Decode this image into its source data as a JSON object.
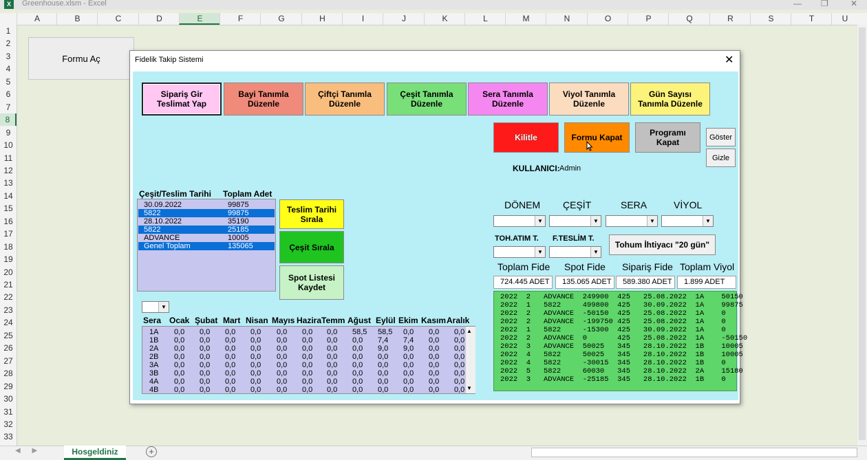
{
  "window": {
    "app_title": "Greenhouse.xlsm - Excel",
    "app_icon": "X",
    "controls": [
      "—",
      "❐",
      "✕"
    ]
  },
  "sheet": {
    "columns": [
      "A",
      "B",
      "C",
      "D",
      "E",
      "F",
      "G",
      "H",
      "I",
      "J",
      "K",
      "L",
      "M",
      "N",
      "O",
      "P",
      "Q",
      "R",
      "S",
      "T",
      "U"
    ],
    "selected_column": "E",
    "rows": [
      "1",
      "2",
      "3",
      "4",
      "5",
      "6",
      "7",
      "8",
      "9",
      "10",
      "11",
      "12",
      "13",
      "14",
      "15",
      "16",
      "17",
      "18",
      "19",
      "20",
      "21",
      "22",
      "23",
      "24",
      "25",
      "26",
      "27",
      "28",
      "29",
      "30",
      "31",
      "32",
      "33"
    ],
    "selected_row": "8",
    "form_ac_label": "Formu Aç",
    "tab_name": "Hosgeldiniz",
    "add_sheet": "+",
    "nav_prev": "◀",
    "nav_next": "▶"
  },
  "form": {
    "title": "Fidelik Takip Sistemi",
    "close": "✕",
    "top_buttons": [
      {
        "label": "Sipariş Gir\nTeslimat Yap",
        "color": "#ffc7f2"
      },
      {
        "label": "Bayi Tanımla\nDüzenle",
        "color": "#f08a7a"
      },
      {
        "label": "Çiftçi Tanımla\nDüzenle",
        "color": "#f9bd7e"
      },
      {
        "label": "Çeşit Tanımla\nDüzenle",
        "color": "#79df79"
      },
      {
        "label": "Sera Tanımla\nDüzenle",
        "color": "#f588f0"
      },
      {
        "label": "Viyol Tanımla\nDüzenle",
        "color": "#fcdcbe"
      },
      {
        "label": "Gün Sayısı\nTanımla Düzenle",
        "color": "#fbf37a"
      }
    ],
    "kilitle": {
      "label": "Kilitle",
      "color": "#ff1a1a"
    },
    "formu_kapat": {
      "label": "Formu Kapat",
      "color": "#ff8a00"
    },
    "programi_kapat": {
      "label": "Programı\nKapat",
      "color": "#c0c0c0"
    },
    "goster": "Göster",
    "gizle": "Gizle",
    "user_label": "KULLANICI:",
    "user_value": "Admin",
    "list_headers": {
      "cesit_teslim": "Çeşit/Teslim Tarihi",
      "toplam_adet": "Toplam Adet"
    },
    "list_items": [
      {
        "name": "30.09.2022",
        "value": "99875",
        "selected": false
      },
      {
        "name": "5822",
        "value": "99875",
        "selected": true
      },
      {
        "name": "28.10.2022",
        "value": "35190",
        "selected": false
      },
      {
        "name": "5822",
        "value": "25185",
        "selected": true
      },
      {
        "name": "ADVANCE",
        "value": "10005",
        "selected": false
      },
      {
        "name": "Genel Toplam",
        "value": "135065",
        "selected": true
      }
    ],
    "sort_date_button": {
      "label": "Teslim Tarihi\nSırala",
      "color": "#ffff1a"
    },
    "sort_variety_button": {
      "label": "Çeşit Sırala",
      "color": "#20c420"
    },
    "spot_list_button": {
      "label": "Spot Listesi\nKaydet",
      "color": "#c6f2c6"
    },
    "filter_labels": {
      "donem": "DÖNEM",
      "cesit": "ÇEŞİT",
      "sera": "SERA",
      "viyol": "VİYOL",
      "tohatim": "TOH.ATIM T.",
      "fteslim": "F.TESLİM T."
    },
    "tohum_button": "Tohum İhtiyacı \"20 gün\"",
    "totals": {
      "labels": {
        "toplam_fide": "Toplam Fide",
        "spot_fide": "Spot Fide",
        "siparis_fide": "Sipariş Fide",
        "toplam_viyol": "Toplam Viyol"
      },
      "values": {
        "toplam_fide": "724.445 ADET",
        "spot_fide": "135.065 ADET",
        "siparis_fide": "589.380 ADET",
        "toplam_viyol": "1.899 ADET"
      }
    },
    "orders": [
      "2022  2   ADVANCE  249900  425   25.08.2022  1A    50150",
      "2022  1   5822     499800  425   30.09.2022  1A    99875",
      "2022  2   ADVANCE  -50150  425   25.08.2022  1A    0",
      "2022  2   ADVANCE  -199750 425   25.08.2022  1A    0",
      "2022  1   5822     -15300  425   30.09.2022  1A    0",
      "2022  2   ADVANCE  0       425   25.08.2022  1A    -50150",
      "2022  3   ADVANCE  50025   345   28.10.2022  1B    10005",
      "2022  4   5822     50025   345   28.10.2022  1B    10005",
      "2022  4   5822     -30015  345   28.10.2022  1B    0",
      "2022  5   5822     60030   345   28.10.2022  2A    15180",
      "2022  3   ADVANCE  -25185  345   28.10.2022  1B    0"
    ],
    "month_headers": [
      "Sera",
      "Ocak",
      "Şubat",
      "Mart",
      "Nisan",
      "Mayıs",
      "Hazira",
      "Temm",
      "Ağust",
      "Eylül",
      "Ekim",
      "Kasım",
      "Aralık"
    ],
    "month_rows": [
      [
        "1A",
        "0,0",
        "0,0",
        "0,0",
        "0,0",
        "0,0",
        "0,0",
        "0,0",
        "58,5",
        "58,5",
        "0,0",
        "0,0",
        "0,0"
      ],
      [
        "1B",
        "0,0",
        "0,0",
        "0,0",
        "0,0",
        "0,0",
        "0,0",
        "0,0",
        "0,0",
        "7,4",
        "7,4",
        "0,0",
        "0,0"
      ],
      [
        "2A",
        "0,0",
        "0,0",
        "0,0",
        "0,0",
        "0,0",
        "0,0",
        "0,0",
        "0,0",
        "9,0",
        "9,0",
        "0,0",
        "0,0"
      ],
      [
        "2B",
        "0,0",
        "0,0",
        "0,0",
        "0,0",
        "0,0",
        "0,0",
        "0,0",
        "0,0",
        "0,0",
        "0,0",
        "0,0",
        "0,0"
      ],
      [
        "3A",
        "0,0",
        "0,0",
        "0,0",
        "0,0",
        "0,0",
        "0,0",
        "0,0",
        "0,0",
        "0,0",
        "0,0",
        "0,0",
        "0,0"
      ],
      [
        "3B",
        "0,0",
        "0,0",
        "0,0",
        "0,0",
        "0,0",
        "0,0",
        "0,0",
        "0,0",
        "0,0",
        "0,0",
        "0,0",
        "0,0"
      ],
      [
        "4A",
        "0,0",
        "0,0",
        "0,0",
        "0,0",
        "0,0",
        "0,0",
        "0,0",
        "0,0",
        "0,0",
        "0,0",
        "0,0",
        "0,0"
      ],
      [
        "4B",
        "0,0",
        "0,0",
        "0,0",
        "0,0",
        "0,0",
        "0,0",
        "0,0",
        "0,0",
        "0,0",
        "0,0",
        "0,0",
        "0,0"
      ]
    ],
    "scroll_up": "▲",
    "scroll_down": "▼",
    "dropdown_arrow": "▼"
  }
}
